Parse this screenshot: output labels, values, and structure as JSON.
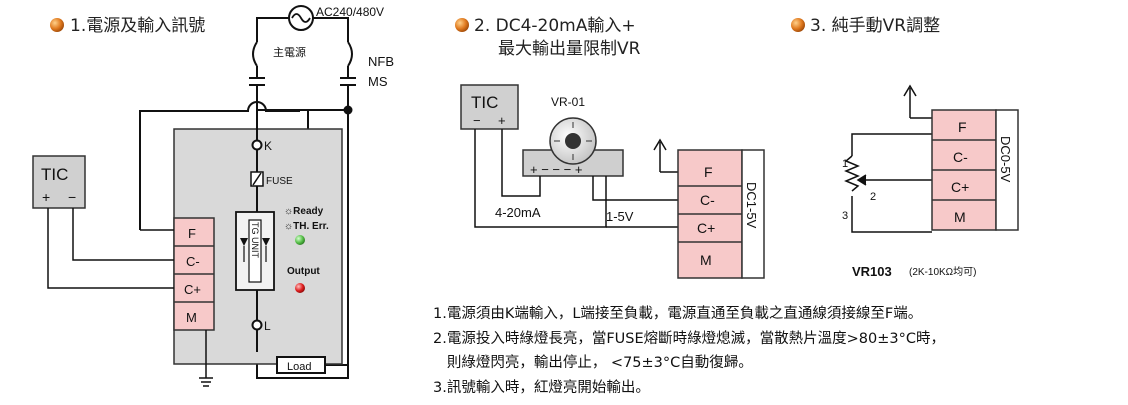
{
  "colors": {
    "bullet": "#e07a1f",
    "module_fill": "#d9d9d9",
    "terminal_fill": "#f7c9c9",
    "tic_fill": "#d0d0d0",
    "ready_led": "#58c04a",
    "output_led": "#e02020",
    "line": "#111111"
  },
  "section1": {
    "title": "1.電源及輸入訊號",
    "ac_label": "AC240/480V",
    "main_power": "主電源",
    "nfb": "NFB",
    "ms": "MS",
    "tic": "TIC",
    "tic_plus": "+",
    "tic_minus": "−",
    "terminals": [
      "F",
      "C-",
      "C+",
      "M"
    ],
    "k": "K",
    "l": "L",
    "fuse": "FUSE",
    "tg_unit": "TG UNIT",
    "ready": "☼Ready",
    "th_err": "☼TH. Err.",
    "output": "Output",
    "load": "Load"
  },
  "section2": {
    "title_line1": "2. DC4-20mA輸入+",
    "title_line2": "最大輸出量限制VR",
    "tic": "TIC",
    "tic_minus": "−",
    "tic_plus": "+",
    "vr": "VR-01",
    "vr_signs": "+ − − − +",
    "signal_in": "4-20mA",
    "signal_out": "1-5V",
    "terminals": [
      "F",
      "C-",
      "C+",
      "M"
    ],
    "side_label": "DC1-5V"
  },
  "section3": {
    "title": "3. 純手動VR調整",
    "terminals": [
      "F",
      "C-",
      "C+",
      "M"
    ],
    "side_label": "DC0-5V",
    "pins": [
      "1",
      "2",
      "3"
    ],
    "vr_model": "VR103",
    "vr_note": "(2K-10KΩ均可)"
  },
  "notes": [
    "1.電源須由K端輸入，L端接至負載，電源直通至負載之直通線須接線至F端。",
    "2.電源投入時綠燈長亮，當FUSE熔斷時綠燈熄滅，當散熱片溫度>80±3°C時，",
    "   則綠燈閃亮，輸出停止， <75±3°C自動復歸。",
    "3.訊號輸入時，紅燈亮開始輸出。"
  ]
}
